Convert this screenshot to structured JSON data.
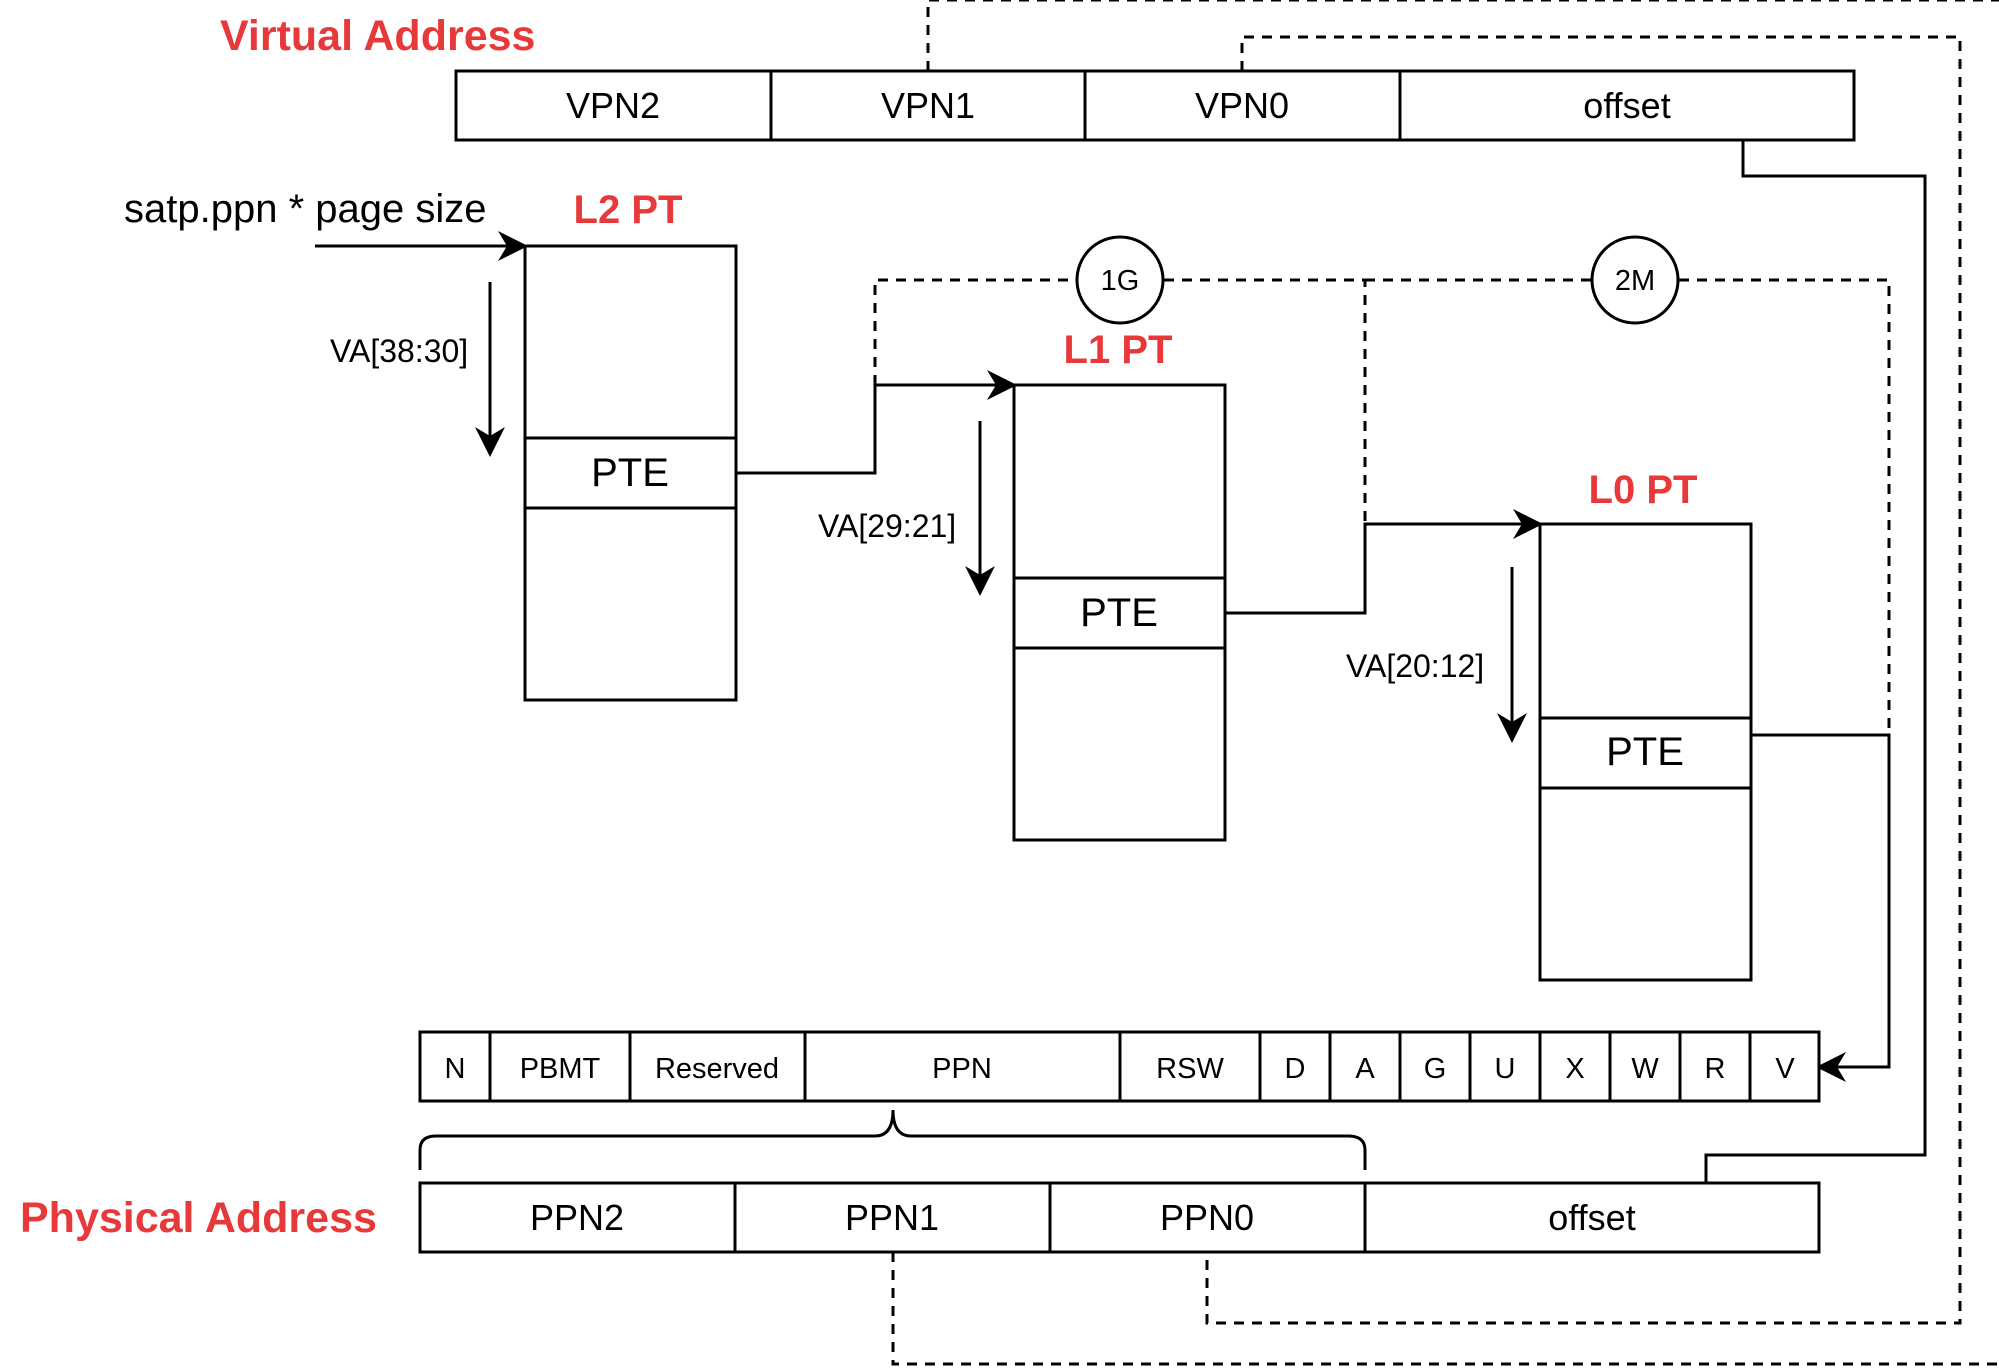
{
  "virtual_address": {
    "title": "Virtual Address",
    "fields": [
      "VPN2",
      "VPN1",
      "VPN0",
      "offset"
    ]
  },
  "satp_label": "satp.ppn * page size",
  "page_tables": [
    {
      "title": "L2 PT",
      "entry": "PTE",
      "index": "VA[38:30]"
    },
    {
      "title": "L1 PT",
      "entry": "PTE",
      "index": "VA[29:21]"
    },
    {
      "title": "L0 PT",
      "entry": "PTE",
      "index": "VA[20:12]"
    }
  ],
  "superpages": [
    "1G",
    "2M"
  ],
  "pte_fields": [
    "N",
    "PBMT",
    "Reserved",
    "PPN",
    "RSW",
    "D",
    "A",
    "G",
    "U",
    "X",
    "W",
    "R",
    "V"
  ],
  "physical_address": {
    "title": "Physical Address",
    "fields": [
      "PPN2",
      "PPN1",
      "PPN0",
      "offset"
    ]
  }
}
